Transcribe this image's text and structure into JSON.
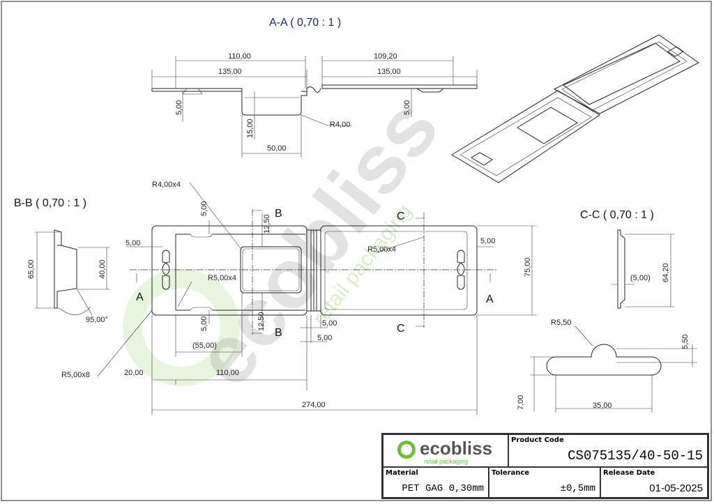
{
  "section_aa": {
    "title": "A-A ( 0,70 : 1 )",
    "dims": {
      "w110": "110,00",
      "w135l": "135,00",
      "w109": "109,20",
      "w135r": "135,00",
      "h5l": "5,00",
      "h15": "15,00",
      "w50": "50,00",
      "r4": "R4,00",
      "h5r": "5,00"
    }
  },
  "section_bb": {
    "title": "B-B ( 0,70 : 1 )",
    "dims": {
      "h65": "65,00",
      "h40": "40,00",
      "angle": "95,00°"
    }
  },
  "section_cc": {
    "title": "C-C ( 0,70 : 1 )",
    "dims": {
      "h64": "64,20",
      "t5": "(5,00)"
    }
  },
  "plan": {
    "markers": {
      "a": "A",
      "b": "B",
      "c": "C"
    },
    "dims": {
      "r4x4": "R4,00x4",
      "v5top": "5,00",
      "v12top": "12,50",
      "v12bot": "12,50",
      "v5bot": "5,00",
      "h5left": "5,00",
      "r5x4l": "R5,00x4",
      "r5x4r": "R5,00x4",
      "h5right": "5,00",
      "h75": "75,00",
      "hinge5a": "5,00",
      "hinge5b": "5,00",
      "w55": "(55,00)",
      "r5x8": "R5,00x8",
      "w20": "20,00",
      "w110": "110,00",
      "w274": "274,00"
    }
  },
  "hang_hole": {
    "dims": {
      "r55": "R5,50",
      "h55": "5,50",
      "h7": "7,00",
      "w35": "35,00"
    }
  },
  "watermark": {
    "brand": "ecobliss",
    "tagline": "retail packaging"
  },
  "title_block": {
    "logo_text": "ecobliss",
    "logo_tagline": "retail packaging",
    "product_code_label": "Product Code",
    "product_code": "CS075135/40-50-15",
    "material_label": "Material",
    "material": "PET GAG 0,30mm",
    "tolerance_label": "Tolerance",
    "tolerance": "±0,5mm",
    "release_label": "Release Date",
    "release_date": "01-05-2025"
  },
  "colors": {
    "brand_green": "#6bbf3a",
    "brand_gray": "#555555",
    "title_blue": "#1c2a55"
  }
}
